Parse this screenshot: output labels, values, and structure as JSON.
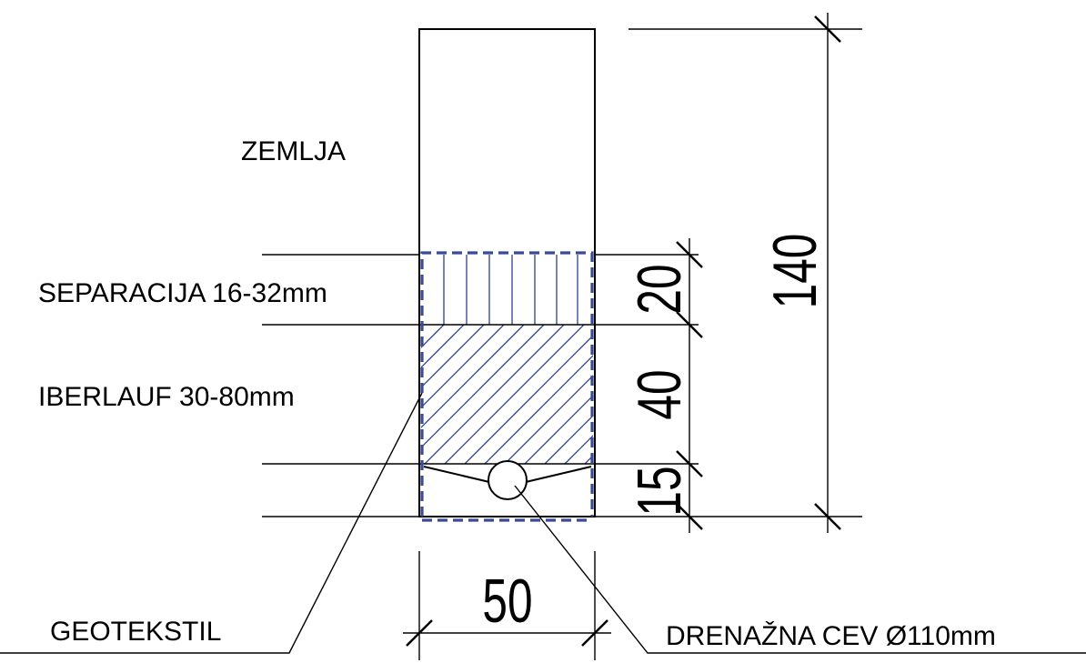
{
  "labels": {
    "soil": "ZEMLJA",
    "separation": "SEPARACIJA 16-32mm",
    "overflow": "IBERLAUF 30-80mm",
    "geotextile": "GEOTEKSTIL",
    "drain_pipe": "DRENAŽNA CEV Ø110mm"
  },
  "dimensions": {
    "total_height": "140",
    "separation_height": "20",
    "overflow_height": "40",
    "pipe_height": "15",
    "width": "50"
  },
  "colors": {
    "line": "#000000",
    "hatch": "#2c3e91",
    "geotextile": "#3a4a96"
  }
}
